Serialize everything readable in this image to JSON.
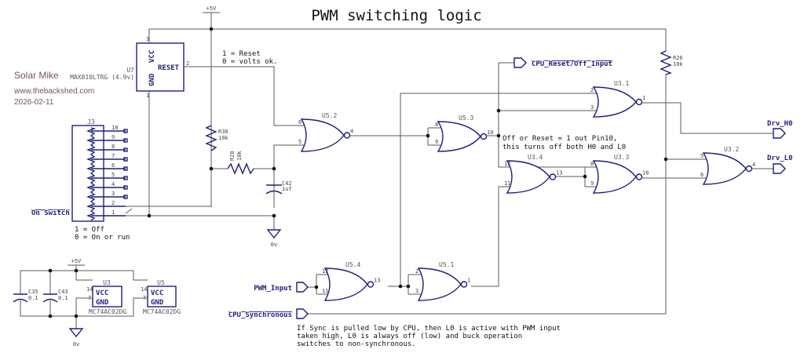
{
  "title": "PWM switching logic",
  "author": {
    "name": "Solar Mike",
    "site": "www.thebackshed.com",
    "date": "2026-02-11"
  },
  "power": {
    "vcc": "+5V",
    "gnd": "0v"
  },
  "u7": {
    "ref": "U7",
    "part": "MAX810LTRG (4.9v)",
    "vcc": "VCC",
    "gnd": "GND",
    "reset": "RESET",
    "pin_vcc": "3",
    "pin_gnd": "1",
    "pin_reset": "2"
  },
  "reset_note": [
    "1 = Reset",
    "0 = volts ok."
  ],
  "j3": {
    "ref": "J3",
    "pins": [
      "10",
      "9",
      "8",
      "7",
      "6",
      "5",
      "4",
      "3",
      "2",
      "1"
    ],
    "signal": "On Switch",
    "note": [
      "1 = Off",
      "0 = On or run"
    ]
  },
  "r30": {
    "ref": "R30",
    "value": "10k"
  },
  "r28": {
    "ref": "R28",
    "value": "10k"
  },
  "r26": {
    "ref": "R26",
    "value": "10k"
  },
  "c42": {
    "ref": "C42",
    "value": "1uf"
  },
  "c35": {
    "ref": "C35",
    "value": "0.1"
  },
  "c43": {
    "ref": "C43",
    "value": "0.1"
  },
  "gates": [
    {
      "ref": "U5.2",
      "pins": [
        "6",
        "5",
        "4"
      ]
    },
    {
      "ref": "U5.3",
      "pins": [
        "8",
        "9",
        "10"
      ]
    },
    {
      "ref": "U3.1",
      "pins": [
        "2",
        "3",
        "1"
      ]
    },
    {
      "ref": "U3.4",
      "pins": [
        "12",
        "11",
        "13"
      ]
    },
    {
      "ref": "U3.3",
      "pins": [
        "8",
        "9",
        "10"
      ]
    },
    {
      "ref": "U3.2",
      "pins": [
        "5",
        "6",
        "4"
      ]
    },
    {
      "ref": "U5.4",
      "pins": [
        "12",
        "11",
        "13"
      ]
    },
    {
      "ref": "U5.1",
      "pins": [
        "2",
        "3",
        "1"
      ]
    }
  ],
  "ports": {
    "cpu_reset": "CPU_Reset/Off_Input",
    "drv_h0": "Drv_H0",
    "drv_l0": "Drv_L0",
    "pwm_input": "PWM_Input",
    "cpu_sync": "CPU_Synchronous"
  },
  "off_note": [
    "Off or Reset = 1 out Pin10,",
    "this turns off both H0 and L0"
  ],
  "sync_note": [
    "If Sync is pulled low by CPU, then L0 is active with PWM input",
    "taken high, L0 is always off (low) and buck operation",
    "switches to non-synchronous."
  ],
  "supply": {
    "u3": {
      "ref": "U3",
      "part": "MC74AC02DG"
    },
    "u5": {
      "ref": "U5",
      "part": "MC74AC02DG"
    },
    "vcc": "VCC",
    "gnd": "GND",
    "pin_vcc": "14",
    "pin_gnd": "7"
  }
}
